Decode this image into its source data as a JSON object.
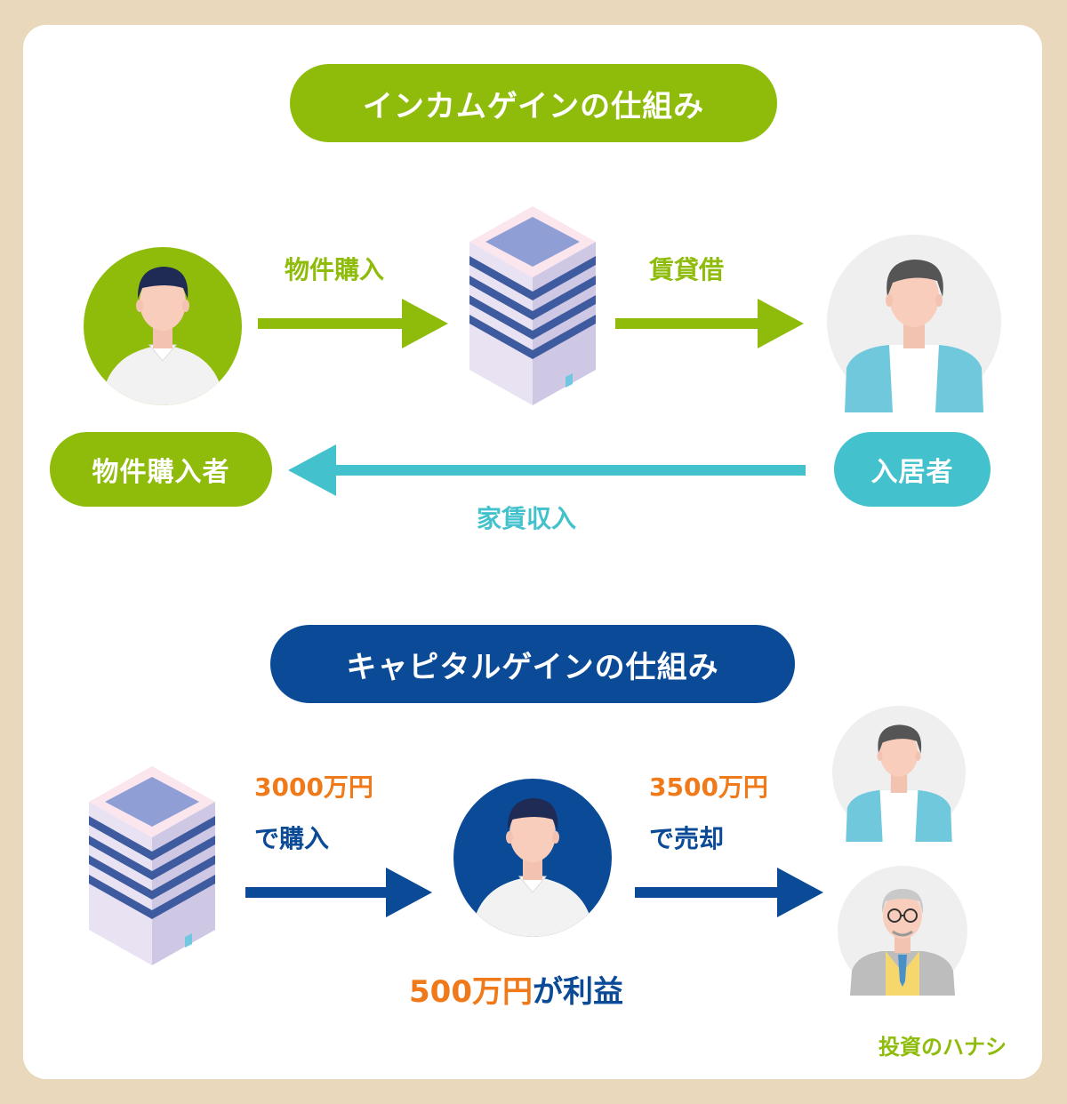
{
  "income": {
    "title": "インカムゲインの仕組み",
    "purchase_label": "物件購入",
    "rent_label": "賃貸借",
    "buyer_label": "物件購入者",
    "tenant_label": "入居者",
    "rent_income_label": "家賃収入"
  },
  "capital": {
    "title": "キャピタルゲインの仕組み",
    "buy_price": "3000万円",
    "buy_text": "で購入",
    "sell_price": "3500万円",
    "sell_text": "で売却",
    "profit_amount": "500万円",
    "profit_text": "が利益"
  },
  "brand": "投資のハナシ",
  "colors": {
    "green": "#8fbc0a",
    "teal": "#43c1cc",
    "navy": "#0a4a96",
    "orange": "#f07a1a",
    "beige": "#e9d8bc"
  }
}
